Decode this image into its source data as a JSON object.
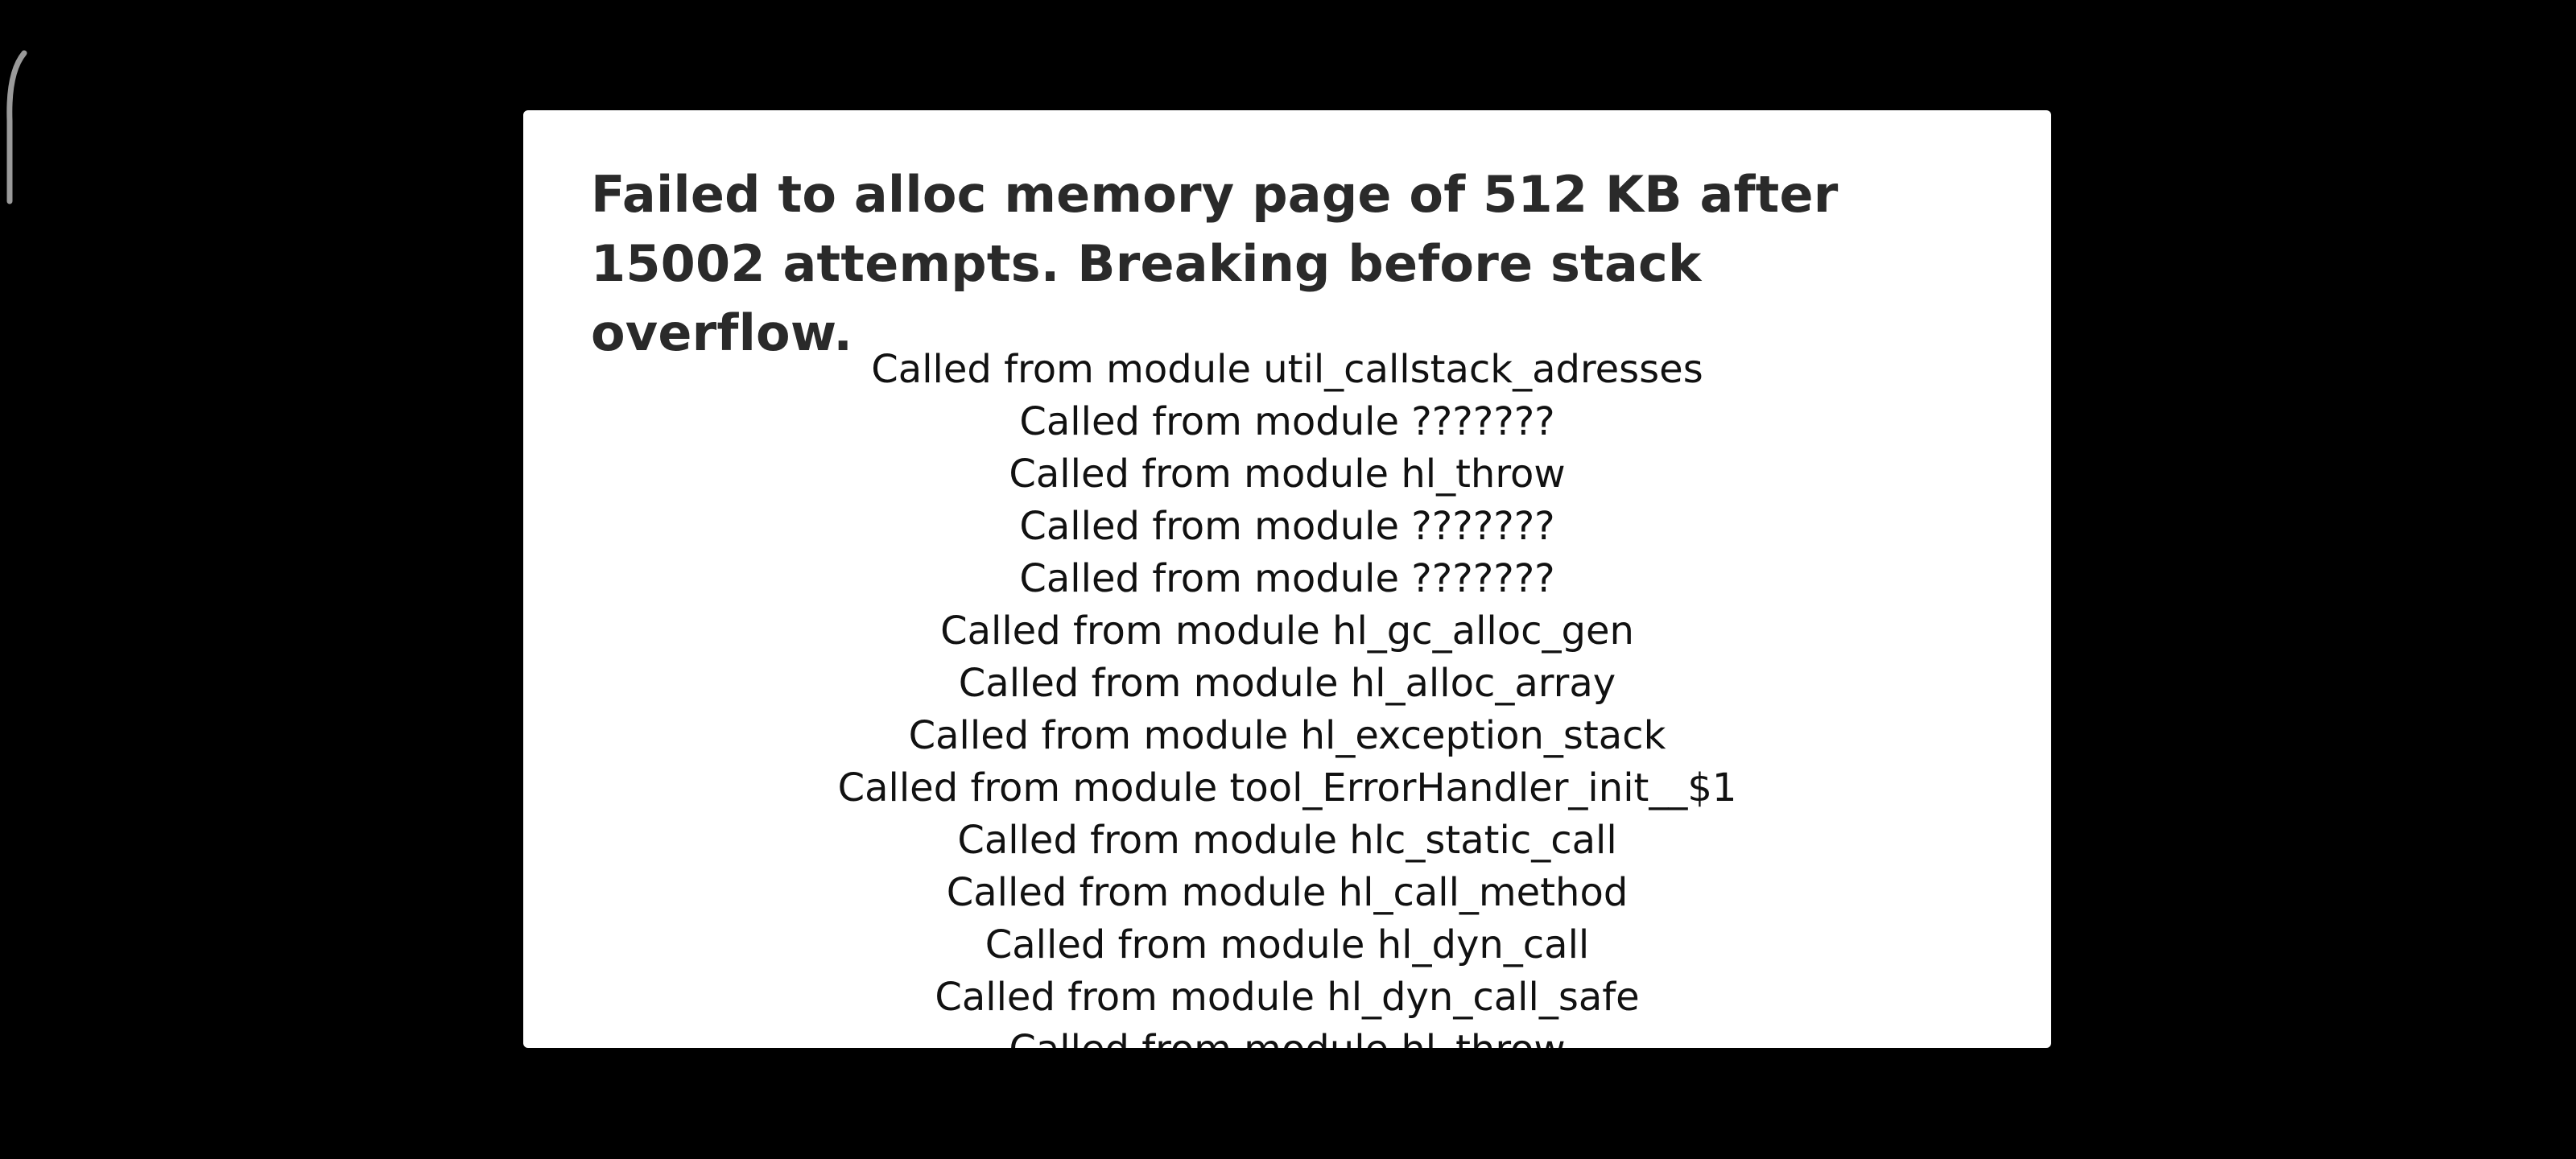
{
  "dialog": {
    "title": "Failed to alloc memory page of 512 KB after 15002 attempts. Breaking before stack overflow.",
    "callstack": [
      "Called from module util_callstack_adresses",
      "Called from module ???????",
      "Called from module hl_throw",
      "Called from module ???????",
      "Called from module ???????",
      "Called from module hl_gc_alloc_gen",
      "Called from module hl_alloc_array",
      "Called from module hl_exception_stack",
      "Called from module tool_ErrorHandler_init__$1",
      "Called from module hlc_static_call",
      "Called from module hl_call_method",
      "Called from module hl_dyn_call",
      "Called from module hl_dyn_call_safe",
      "Called from module hl_throw"
    ]
  },
  "colors": {
    "screen_background": "#000000",
    "dialog_background": "#ffffff",
    "title_text": "#2a2a2a",
    "body_text": "#111111",
    "edge_handle": "#9a9a9a"
  }
}
